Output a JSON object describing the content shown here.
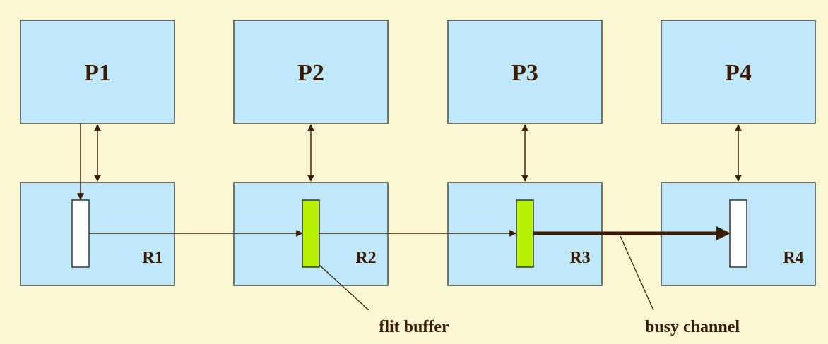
{
  "processors": [
    {
      "label": "P1"
    },
    {
      "label": "P2"
    },
    {
      "label": "P3"
    },
    {
      "label": "P4"
    }
  ],
  "routers": [
    {
      "label": "R1",
      "buffer_state": "empty"
    },
    {
      "label": "R2",
      "buffer_state": "occupied"
    },
    {
      "label": "R3",
      "buffer_state": "occupied"
    },
    {
      "label": "R4",
      "buffer_state": "empty"
    }
  ],
  "annotations": {
    "flit_buffer": "flit buffer",
    "busy_channel": "busy channel"
  },
  "colors": {
    "background": "#FBF7D2",
    "box_fill": "#BFE8FB",
    "occupied_buffer": "#B7F000",
    "empty_buffer": "#FFFFFF",
    "ink": "#3A1A00"
  }
}
